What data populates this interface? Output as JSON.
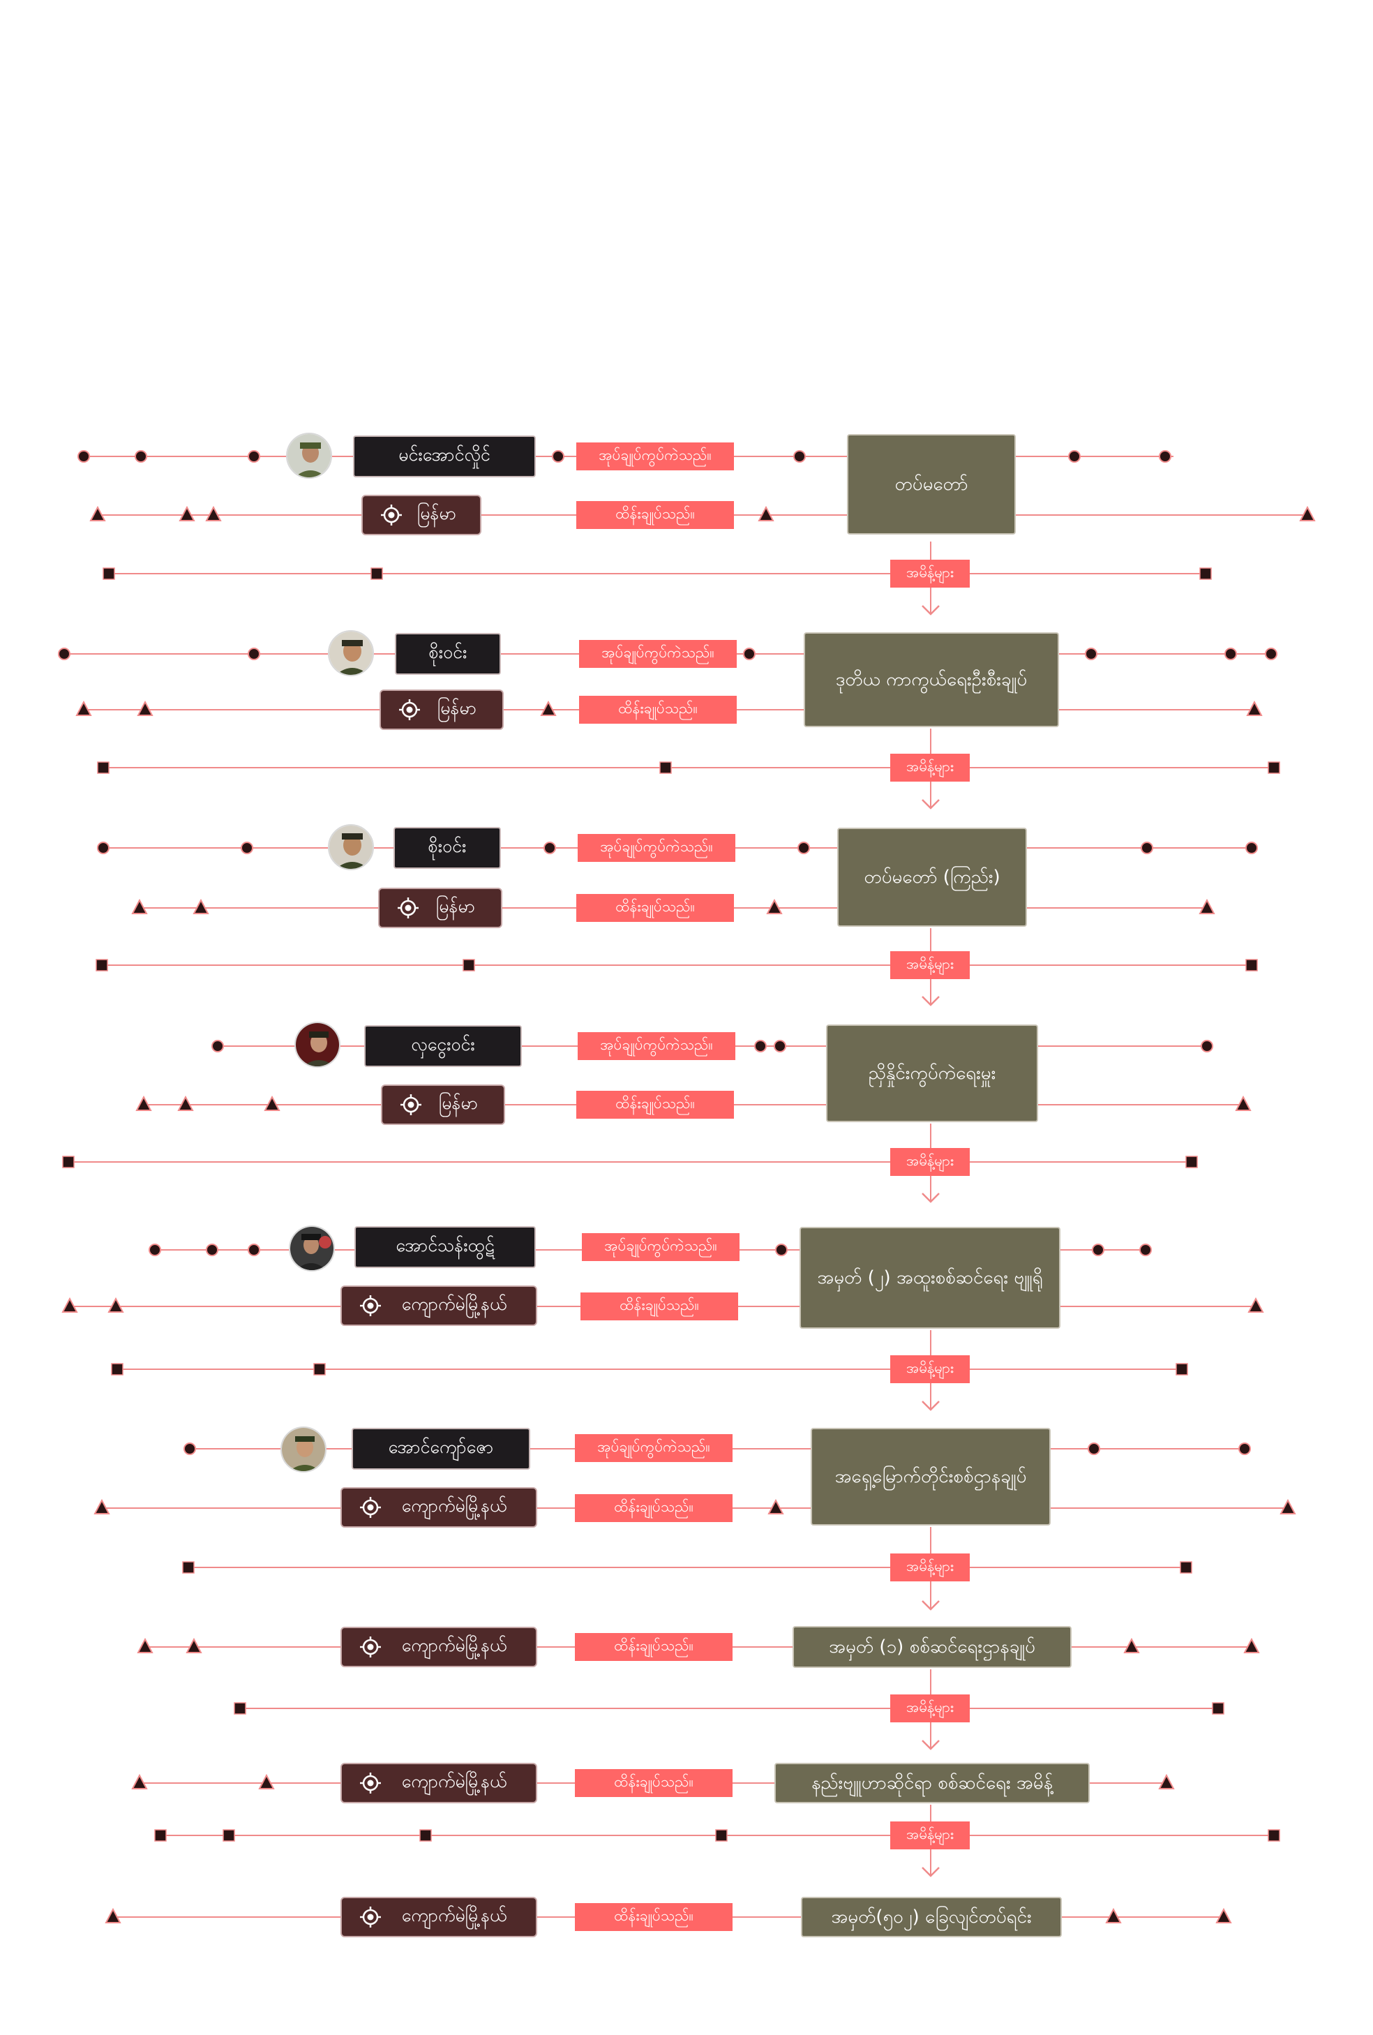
{
  "diagram": {
    "rows": [
      {
        "person": "မင်းအောင်လှိုင်",
        "person_relation": "အုပ်ချုပ်ကွပ်ကဲသည်။",
        "place": "မြန်မာ",
        "place_relation": "ထိန်းချုပ်သည်။",
        "unit": "တပ်မတော်",
        "connector": "အမိန့်များ"
      },
      {
        "person": "စိုးဝင်း",
        "person_relation": "အုပ်ချုပ်ကွပ်ကဲသည်။",
        "place": "မြန်မာ",
        "place_relation": "ထိန်းချုပ်သည်။",
        "unit": "ဒုတိယ ကာကွယ်ရေးဦးစီးချုပ်",
        "connector": "အမိန့်များ"
      },
      {
        "person": "စိုးဝင်း",
        "person_relation": "အုပ်ချုပ်ကွပ်ကဲသည်။",
        "place": "မြန်မာ",
        "place_relation": "ထိန်းချုပ်သည်။",
        "unit": "တပ်မတော် (ကြည်း)",
        "connector": "အမိန့်များ"
      },
      {
        "person": "လှငွေးဝင်း",
        "person_relation": "အုပ်ချုပ်ကွပ်ကဲသည်။",
        "place": "မြန်မာ",
        "place_relation": "ထိန်းချုပ်သည်။",
        "unit": "ညှိနှိုင်းကွပ်ကဲရေးမှူး",
        "connector": "အမိန့်များ"
      },
      {
        "person": "အောင်သန်းထွဋ်",
        "person_relation": "အုပ်ချုပ်ကွပ်ကဲသည်။",
        "place": "ကျောက်မဲမြို့နယ်",
        "place_relation": "ထိန်းချုပ်သည်။",
        "unit": "အမှတ် (၂) အထူးစစ်ဆင်ရေး ဗျူရို",
        "connector": "အမိန့်များ"
      },
      {
        "person": "အောင်ကျော်ဇော",
        "person_relation": "အုပ်ချုပ်ကွပ်ကဲသည်။",
        "place": "ကျောက်မဲမြို့နယ်",
        "place_relation": "ထိန်းချုပ်သည်။",
        "unit": "အရှေ့မြောက်တိုင်းစစ်ဌာနချုပ်",
        "connector": "အမိန့်များ"
      },
      {
        "place": "ကျောက်မဲမြို့နယ်",
        "place_relation": "ထိန်းချုပ်သည်။",
        "unit": "အမှတ် (၁) စစ်ဆင်ရေးဌာနချုပ်",
        "connector": "အမိန့်များ"
      },
      {
        "place": "ကျောက်မဲမြို့နယ်",
        "place_relation": "ထိန်းချုပ်သည်။",
        "unit": "နည်းဗျူဟာဆိုင်ရာ စစ်ဆင်ရေး အမိန့်",
        "connector": "အမိန့်များ"
      },
      {
        "place": "ကျောက်မဲမြို့နယ်",
        "place_relation": "ထိန်းချုပ်သည်။",
        "unit": "အမှတ်(၅၀၂) ခြေလျင်တပ်ရင်း"
      }
    ]
  },
  "colors": {
    "line": "#f08a8a",
    "relation_label_bg": "#ff6666",
    "person_bg": "#1e1b1e",
    "place_bg": "#4f2929",
    "unit_bg": "#6d6a52",
    "marker": "#2a1414"
  },
  "icons": {
    "place": "location-target-icon",
    "person": "portrait-avatar",
    "connector": "arrow-down-icon"
  }
}
